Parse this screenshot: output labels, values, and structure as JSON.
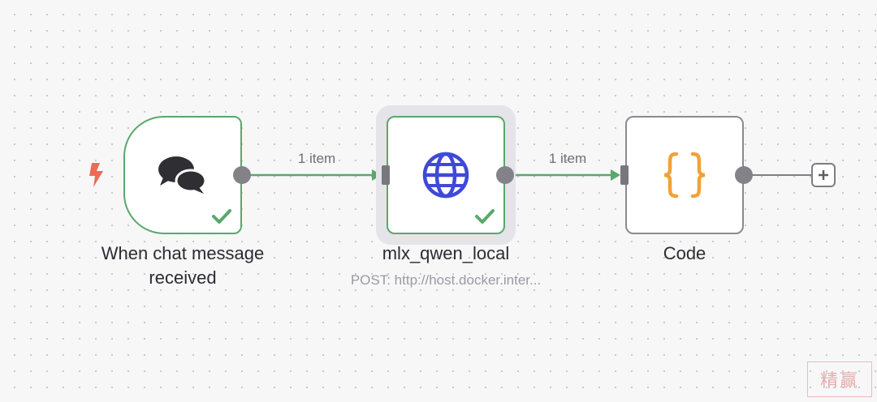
{
  "canvas": {
    "background": "#f7f7f8"
  },
  "nodes": {
    "trigger": {
      "label": "When chat message\nreceived",
      "icon": "chat-bubbles-icon",
      "status": "success",
      "border_color": "#5aa86a"
    },
    "http": {
      "label": "mlx_qwen_local",
      "subtitle": "POST: http://host.docker.inter...",
      "icon": "globe-icon",
      "status": "success",
      "selected": true,
      "border_color": "#5aa86a"
    },
    "code": {
      "label": "Code",
      "icon": "curly-braces-icon",
      "border_color": "#8a8a8f"
    }
  },
  "edges": [
    {
      "from": "When chat message received",
      "to": "mlx_qwen_local",
      "label": "1 item"
    },
    {
      "from": "mlx_qwen_local",
      "to": "Code",
      "label": "1 item"
    }
  ],
  "colors": {
    "success": "#5aa86a",
    "trigger_bolt": "#ee6a55",
    "code_icon": "#f0a23a",
    "globe_icon": "#3f49d8"
  },
  "watermark": {
    "text": "精赢"
  }
}
